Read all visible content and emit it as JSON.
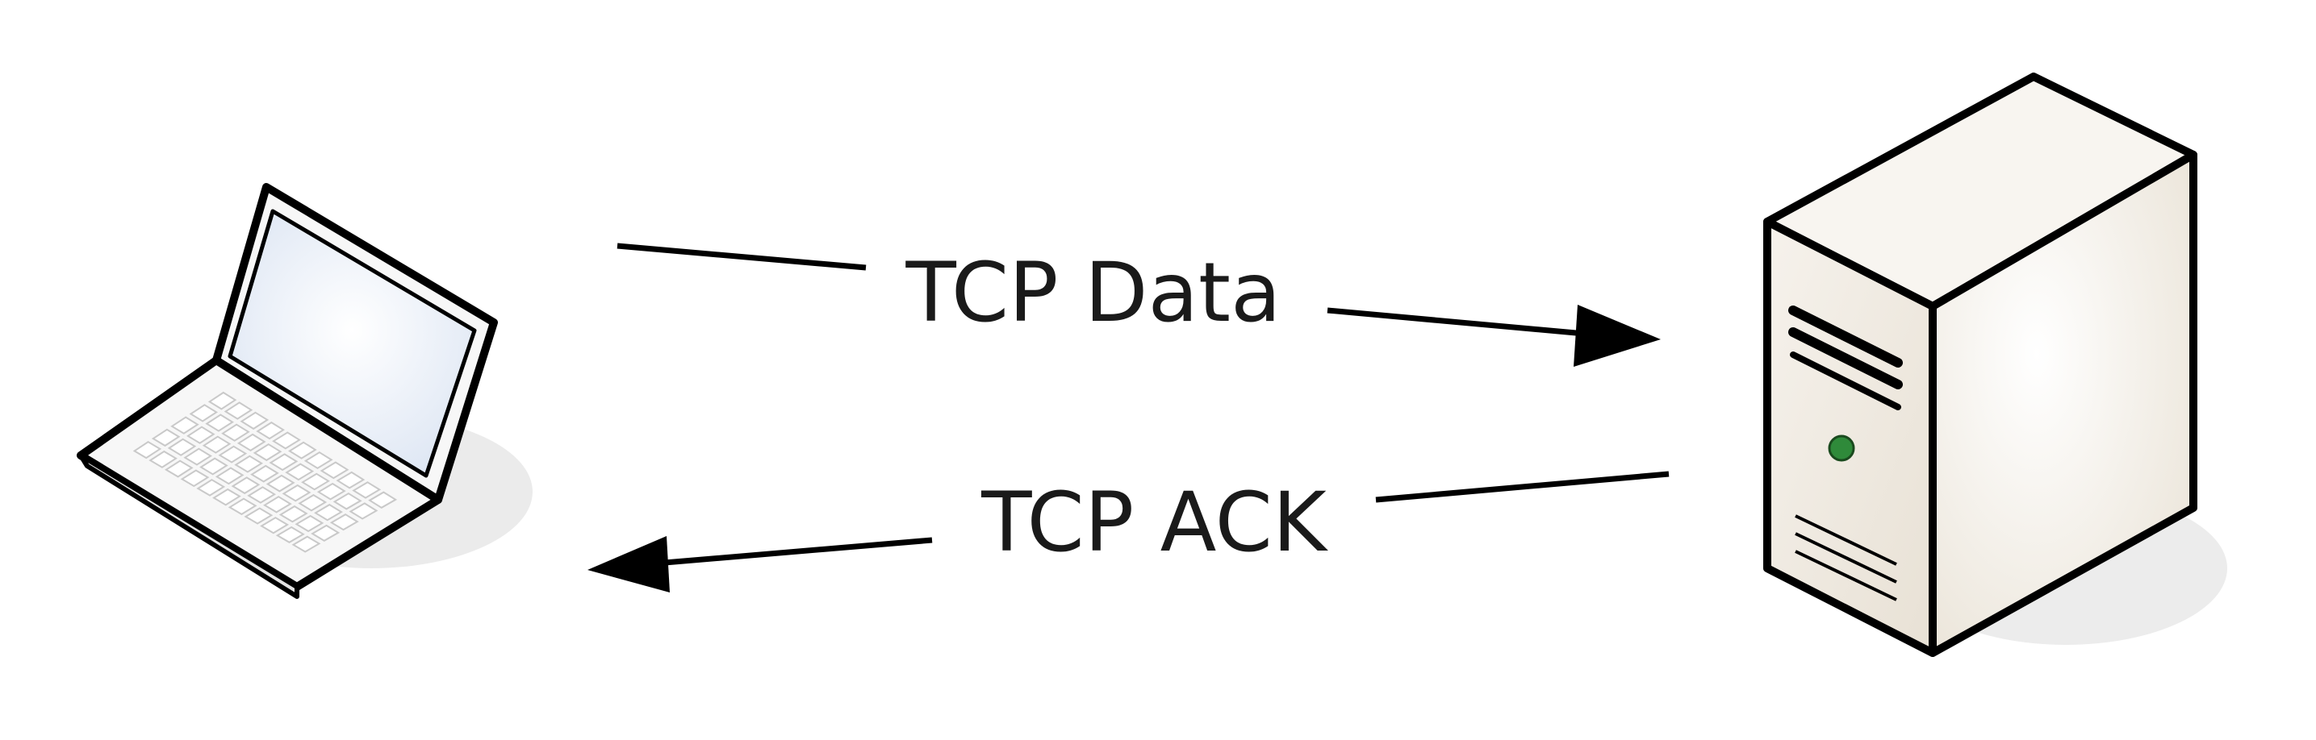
{
  "diagram": {
    "nodes": [
      {
        "id": "client",
        "kind": "laptop",
        "icon": "laptop-icon"
      },
      {
        "id": "server",
        "kind": "server-tower",
        "icon": "server-icon"
      }
    ],
    "messages": [
      {
        "id": "data",
        "from": "client",
        "to": "server",
        "label": "TCP Data"
      },
      {
        "id": "ack",
        "from": "server",
        "to": "client",
        "label": "TCP ACK"
      }
    ],
    "colors": {
      "stroke": "#000000",
      "laptop_body": "#f7f7f7",
      "laptop_screen": "#e4ecf8",
      "server_body": "#f1ece3",
      "server_side": "#e6e0d4",
      "power_led": "#2f8a3a",
      "shadow": "#e8e8e8"
    }
  }
}
